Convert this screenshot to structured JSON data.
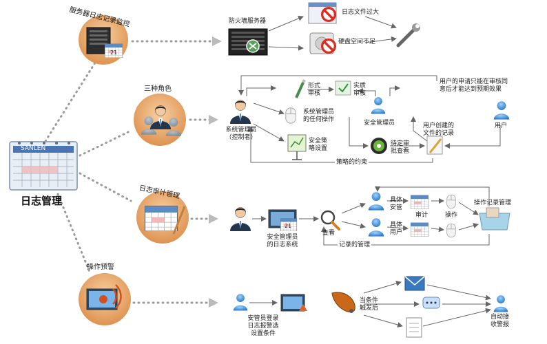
{
  "hub": {
    "title": "日志管理",
    "calendar_header": "SANLEN"
  },
  "branches": {
    "server": {
      "title": "服务器日志记录监控",
      "calendar_day": "21",
      "source": "防火墙服务器",
      "alerts": [
        "日志文件过大",
        "硬盘空间不足"
      ]
    },
    "roles": {
      "title": "三种角色",
      "sysadmin": "系统管理员\n（控制者）",
      "op_any": "系统管理员\n的任何操作",
      "form_review": "形式\n审核",
      "real_review": "实质\n审核",
      "secadmin": "安全管理员",
      "policy": "安全策\n略设置",
      "pending": "待定审\n批查看",
      "user_record": "用户创建的\n文件的记录",
      "user": "用户",
      "note": "用户的申请只能在审核同\n意后才能达到预期效果",
      "constraint": "策略的约束"
    },
    "audit": {
      "title": "日志审计管理",
      "calendar_day": "21",
      "system": "安全管理员\n的日志系统",
      "view": "查看",
      "sec": "具体\n安管",
      "user": "具体\n用户",
      "audit_label": "审计",
      "operate_label": "操作",
      "op_log_manage": "操作记录管理",
      "record_manage": "记录的管理"
    },
    "alarm": {
      "title": "操作预警",
      "admin_login": "安管员登录\n日志报警选\n设置条件",
      "trigger": "当条件\n触发后",
      "receive": "自动接\n收警报"
    }
  },
  "colors": {
    "circle_bg": "#e8a866",
    "person": "#3a8fd6",
    "arrow": "#666666",
    "dotted": "#9a9a9a",
    "alert": "#e02a1f"
  }
}
